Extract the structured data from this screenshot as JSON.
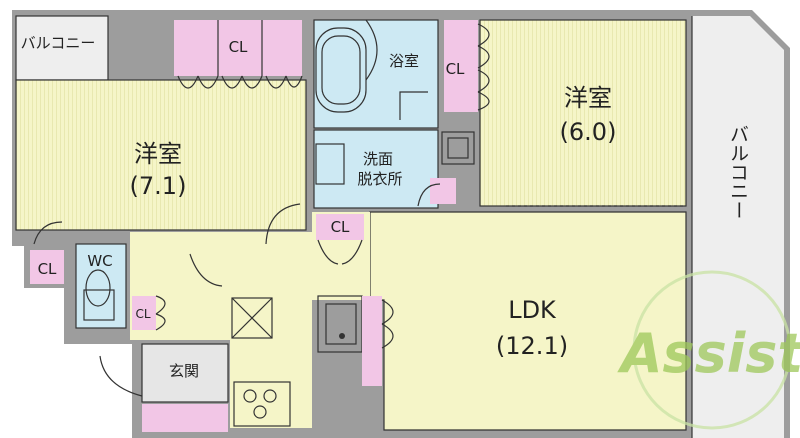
{
  "colors": {
    "wall": "#9d9d9d",
    "room_yellow": "#f5f5c8",
    "room_stripe": "#e8e8b0",
    "wet_area": "#cde9f3",
    "closet": "#f2c6e6",
    "balcony": "#eeeeee",
    "genkan": "#e6e6e6",
    "watermark_green": "#9ec85a"
  },
  "rooms": {
    "western_left": {
      "name": "洋室",
      "size": "(7.1)"
    },
    "western_right": {
      "name": "洋室",
      "size": "(6.0)"
    },
    "ldk": {
      "name": "LDK",
      "size": "(12.1)"
    },
    "bath": "浴室",
    "washroom_line1": "洗面",
    "washroom_line2": "脱衣所",
    "wc": "WC",
    "entrance": "玄関"
  },
  "closets": {
    "top_left": "CL",
    "top_right": "CL",
    "hall": "CL",
    "wc_side": "CL",
    "entrance_side": "CL"
  },
  "balconies": {
    "top_left": "バルコニー",
    "right": "バルコニー"
  },
  "logo": {
    "text": "Assist",
    "type": "watermark"
  }
}
